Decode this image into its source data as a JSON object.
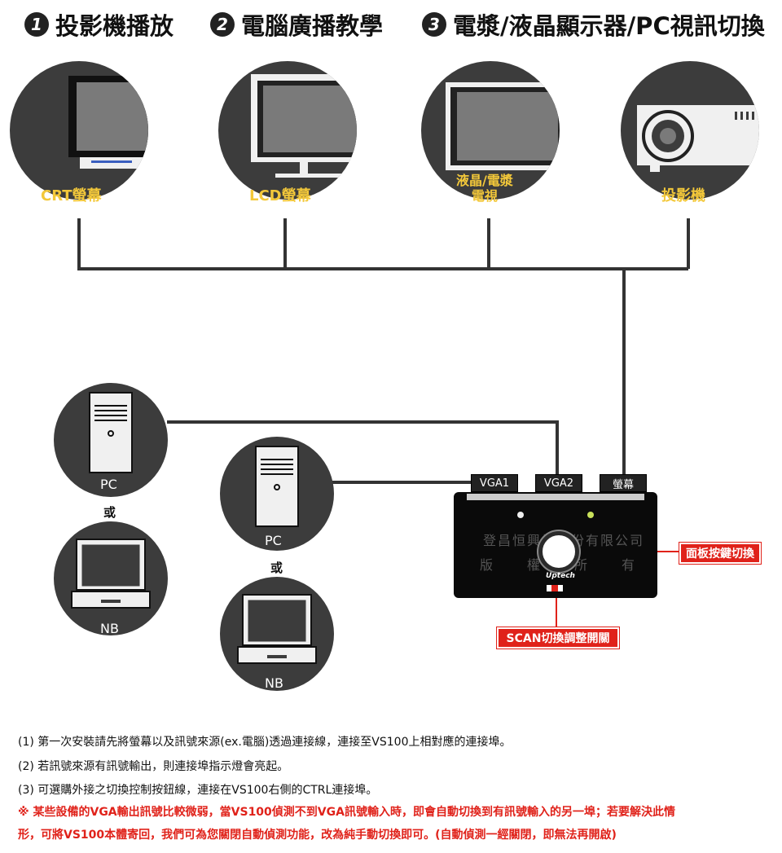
{
  "headers": [
    {
      "num": "1",
      "text": "投影機播放"
    },
    {
      "num": "2",
      "text": "電腦廣播教學"
    },
    {
      "num": "3",
      "text": "電漿/液晶顯示器/PC視訊切換"
    }
  ],
  "displays": {
    "crt": "CRT螢幕",
    "lcd": "LCD螢幕",
    "plasma_line1": "液晶/電漿",
    "plasma_line2": "電視",
    "projector": "投影機"
  },
  "sources": {
    "pc": "PC",
    "nb": "NB",
    "or": "或"
  },
  "switch": {
    "ports": [
      "VGA1",
      "VGA2",
      "螢幕"
    ],
    "watermark_line1": "登昌恒興業股份有限公司",
    "watermark_line2": [
      "版",
      "權",
      "所",
      "有"
    ],
    "brand": "Uptech"
  },
  "callouts": {
    "panel_button": "面板按鍵切換",
    "scan_switch": "SCAN切換調整開關"
  },
  "notes": [
    "(1) 第一次安裝請先將螢幕以及訊號來源(ex.電腦)透過連接線，連接至VS100上相對應的連接埠。",
    "(2) 若訊號來源有訊號輸出，則連接埠指示燈會亮起。",
    "(3) 可選購外接之切換控制按鈕線，連接在VS100右側的CTRL連接埠。"
  ],
  "warning": [
    "※ 某些設備的VGA輸出訊號比較微弱，當VS100偵測不到VGA訊號輸入時，即會自動切換到有訊號輸入的另一埠；若要解決此情",
    "形，可將VS100本體寄回，我們可為您關閉自動偵測功能，改為純手動切換即可。(自動偵測一經關閉，即無法再開啟)"
  ],
  "colors": {
    "accent_red": "#e0221a",
    "display_label": "#f3c83a",
    "circle_bg": "#3c3c3c"
  }
}
